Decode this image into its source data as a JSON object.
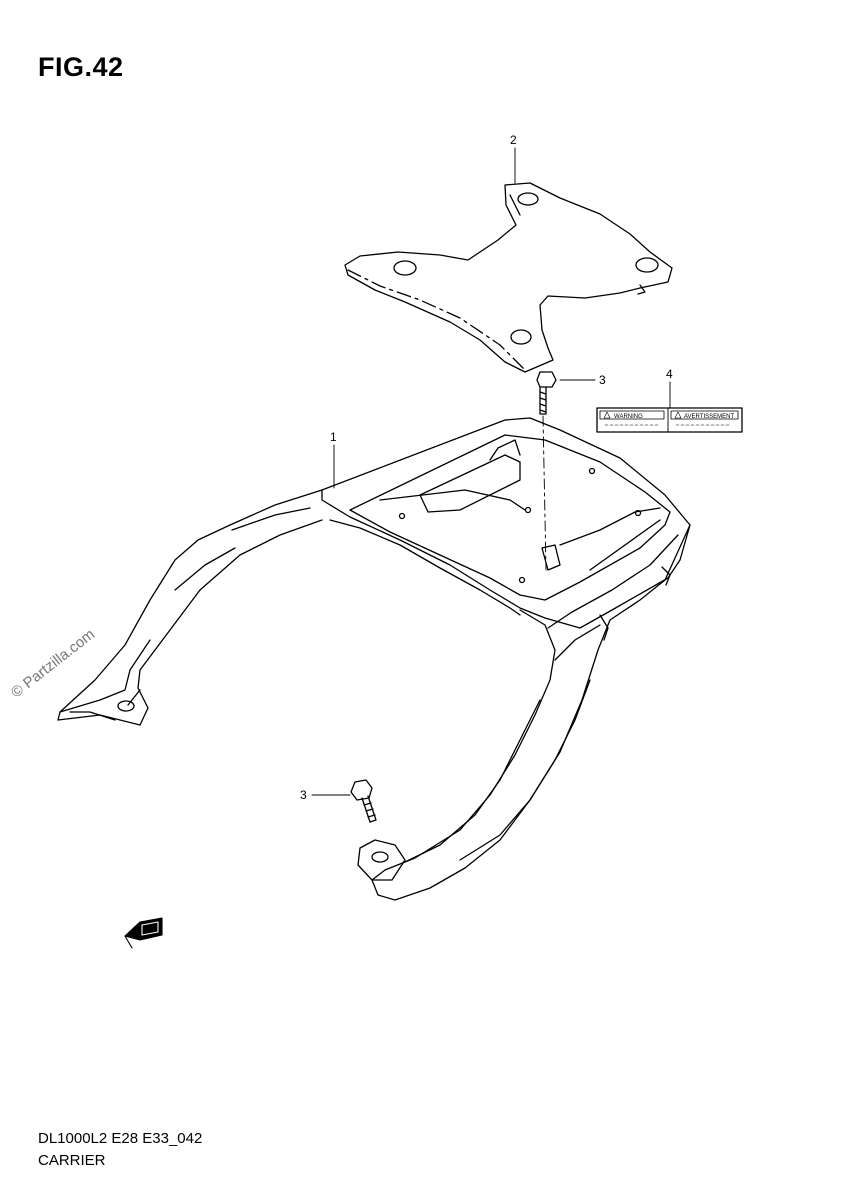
{
  "figure": {
    "title": "FIG.42"
  },
  "callouts": [
    {
      "id": "c2",
      "text": "2"
    },
    {
      "id": "c3a",
      "text": "3"
    },
    {
      "id": "c4",
      "text": "4"
    },
    {
      "id": "c1",
      "text": "1"
    },
    {
      "id": "c3b",
      "text": "3"
    }
  ],
  "warning_label": {
    "left_text": "WARNING",
    "right_text": "AVERTISSEMENT"
  },
  "watermark": "© Partzilla.com",
  "footer": {
    "model_code": "DL1000L2 E28 E33_042",
    "section_name": "CARRIER"
  }
}
